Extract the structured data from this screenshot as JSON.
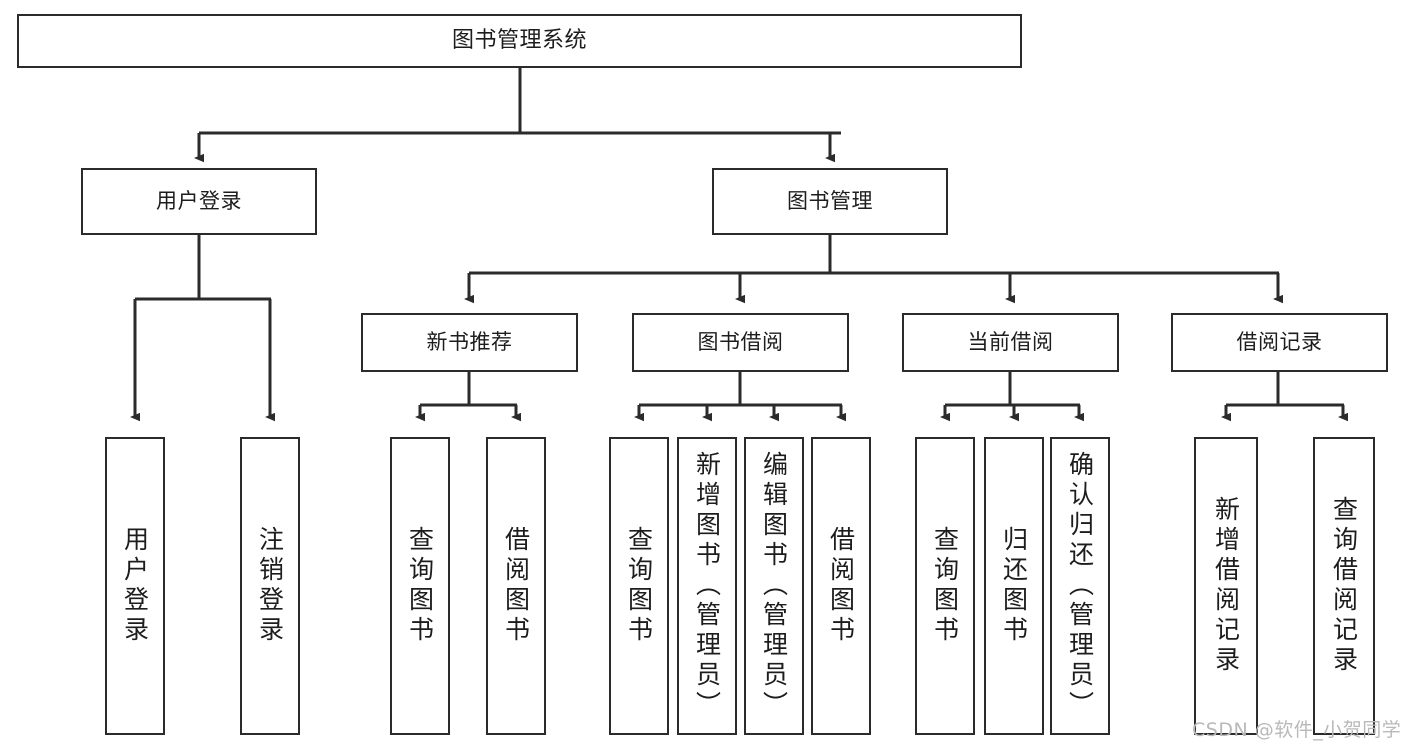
{
  "diagram": {
    "type": "tree",
    "title": "图书管理系统",
    "orientation": "top-down",
    "colors": {
      "node_border": "#2b2b2b",
      "node_fill": "#ffffff",
      "edge": "#2b2b2b",
      "text": "#1d1d1d",
      "watermark": "#b9b9b9",
      "background": "#ffffff"
    },
    "watermark": "CSDN @软件_小贺同学",
    "nodes": {
      "root": {
        "label": "图书管理系统",
        "level": 0,
        "orientation": "horizontal"
      },
      "l1": [
        {
          "id": "user-login",
          "label": "用户登录",
          "level": 1,
          "orientation": "horizontal"
        },
        {
          "id": "book-manage",
          "label": "图书管理",
          "level": 1,
          "orientation": "horizontal"
        }
      ],
      "l2": [
        {
          "id": "new-book-rec",
          "label": "新书推荐",
          "level": 2,
          "orientation": "horizontal",
          "parent": "book-manage"
        },
        {
          "id": "book-borrow",
          "label": "图书借阅",
          "level": 2,
          "orientation": "horizontal",
          "parent": "book-manage"
        },
        {
          "id": "current-borrow",
          "label": "当前借阅",
          "level": 2,
          "orientation": "horizontal",
          "parent": "book-manage"
        },
        {
          "id": "borrow-record",
          "label": "借阅记录",
          "level": 2,
          "orientation": "horizontal",
          "parent": "book-manage"
        }
      ],
      "leaves": [
        {
          "id": "leaf-user-login",
          "label": "用户登录",
          "parent": "user-login"
        },
        {
          "id": "leaf-user-logout",
          "label": "注销登录",
          "parent": "user-login"
        },
        {
          "id": "leaf-query-book-1",
          "label": "查询图书",
          "parent": "new-book-rec"
        },
        {
          "id": "leaf-borrow-book-1",
          "label": "借阅图书",
          "parent": "new-book-rec"
        },
        {
          "id": "leaf-query-book-2",
          "label": "查询图书",
          "parent": "book-borrow"
        },
        {
          "id": "leaf-add-book",
          "label": "新增图书（管理员）",
          "parent": "book-borrow"
        },
        {
          "id": "leaf-edit-book",
          "label": "编辑图书（管理员）",
          "parent": "book-borrow"
        },
        {
          "id": "leaf-borrow-book-2",
          "label": "借阅图书",
          "parent": "book-borrow"
        },
        {
          "id": "leaf-query-book-3",
          "label": "查询图书",
          "parent": "current-borrow"
        },
        {
          "id": "leaf-return-book",
          "label": "归还图书",
          "parent": "current-borrow"
        },
        {
          "id": "leaf-confirm-return",
          "label": "确认归还（管理员）",
          "parent": "current-borrow"
        },
        {
          "id": "leaf-add-record",
          "label": "新增借阅记录",
          "parent": "borrow-record"
        },
        {
          "id": "leaf-query-record",
          "label": "查询借阅记录",
          "parent": "borrow-record"
        }
      ]
    }
  }
}
